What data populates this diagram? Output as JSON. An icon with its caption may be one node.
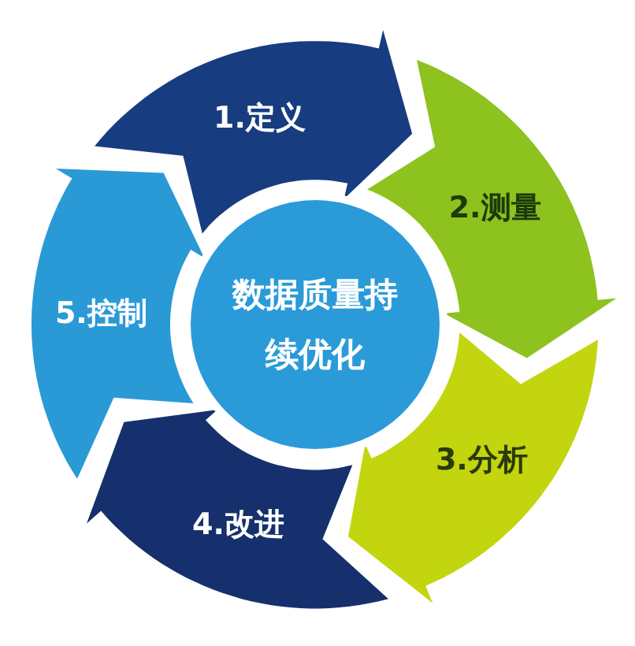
{
  "diagram": {
    "nodes": [
      {
        "text": [
          "1.定义"
        ]
      },
      {
        "text": [
          "2.测量"
        ]
      },
      {
        "text": [
          "3.分析"
        ]
      },
      {
        "text": [
          "4.改进"
        ]
      },
      {
        "text": [
          "5.控制"
        ]
      },
      {
        "text": [
          "数据质量持续优化"
        ]
      }
    ]
  }
}
